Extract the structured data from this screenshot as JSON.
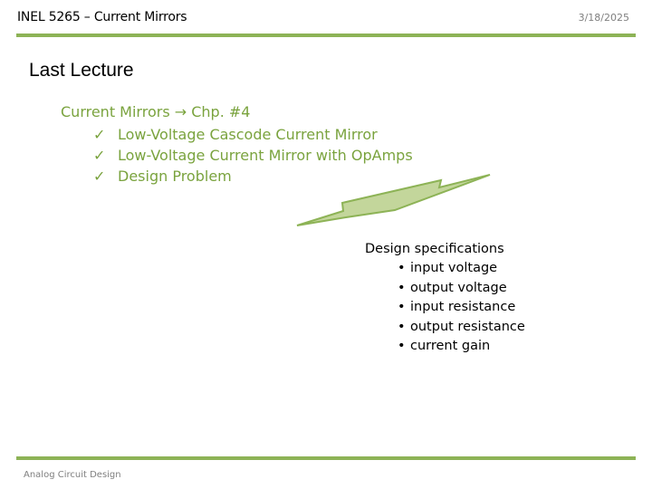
{
  "header": {
    "title": "INEL 5265 – Current Mirrors",
    "date": "3/18/2025"
  },
  "slide": {
    "title": "Last Lecture",
    "lead": "Current Mirrors → Chp. #4",
    "checklist": [
      "Low-Voltage Cascode Current Mirror",
      "Low-Voltage Current Mirror with OpAmps",
      "Design Problem"
    ],
    "spec_title": "Design specifications",
    "specs": [
      "input voltage",
      "output voltage",
      "input resistance",
      "output resistance",
      "current gain"
    ]
  },
  "footer": {
    "text": "Analog Circuit Design"
  },
  "colors": {
    "accent": "#8db356",
    "accent_text": "#7aa33e",
    "arrow_fill": "#c3d69b",
    "muted_text": "#7f7f7f"
  },
  "icons": {
    "check": "check-icon",
    "bullet": "bullet-icon",
    "arrow": "lightning-arrow-icon"
  }
}
